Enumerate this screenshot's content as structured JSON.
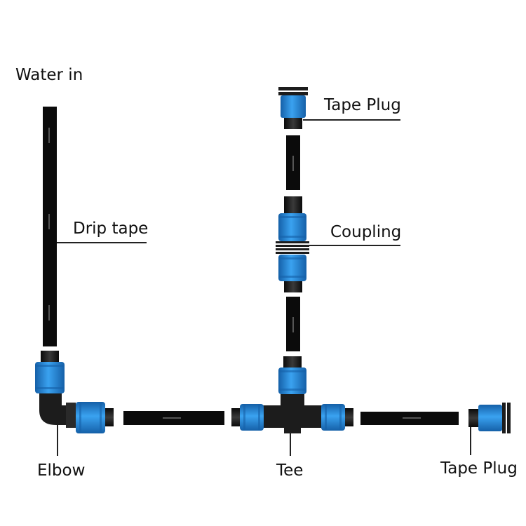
{
  "labels": {
    "water_in": "Water in",
    "drip_tape": "Drip tape",
    "tape_plug_top": "Tape Plug",
    "coupling": "Coupling",
    "elbow": "Elbow",
    "tee": "Tee",
    "tape_plug_right": "Tape Plug"
  },
  "colors": {
    "background": "#ffffff",
    "tape": "#0b0b0b",
    "fitting_body": "#1c1c1c",
    "blue_nut": "#2a8fe0",
    "blue_nut_dark": "#1560a8",
    "leader_line": "#222222",
    "text": "#111111"
  }
}
